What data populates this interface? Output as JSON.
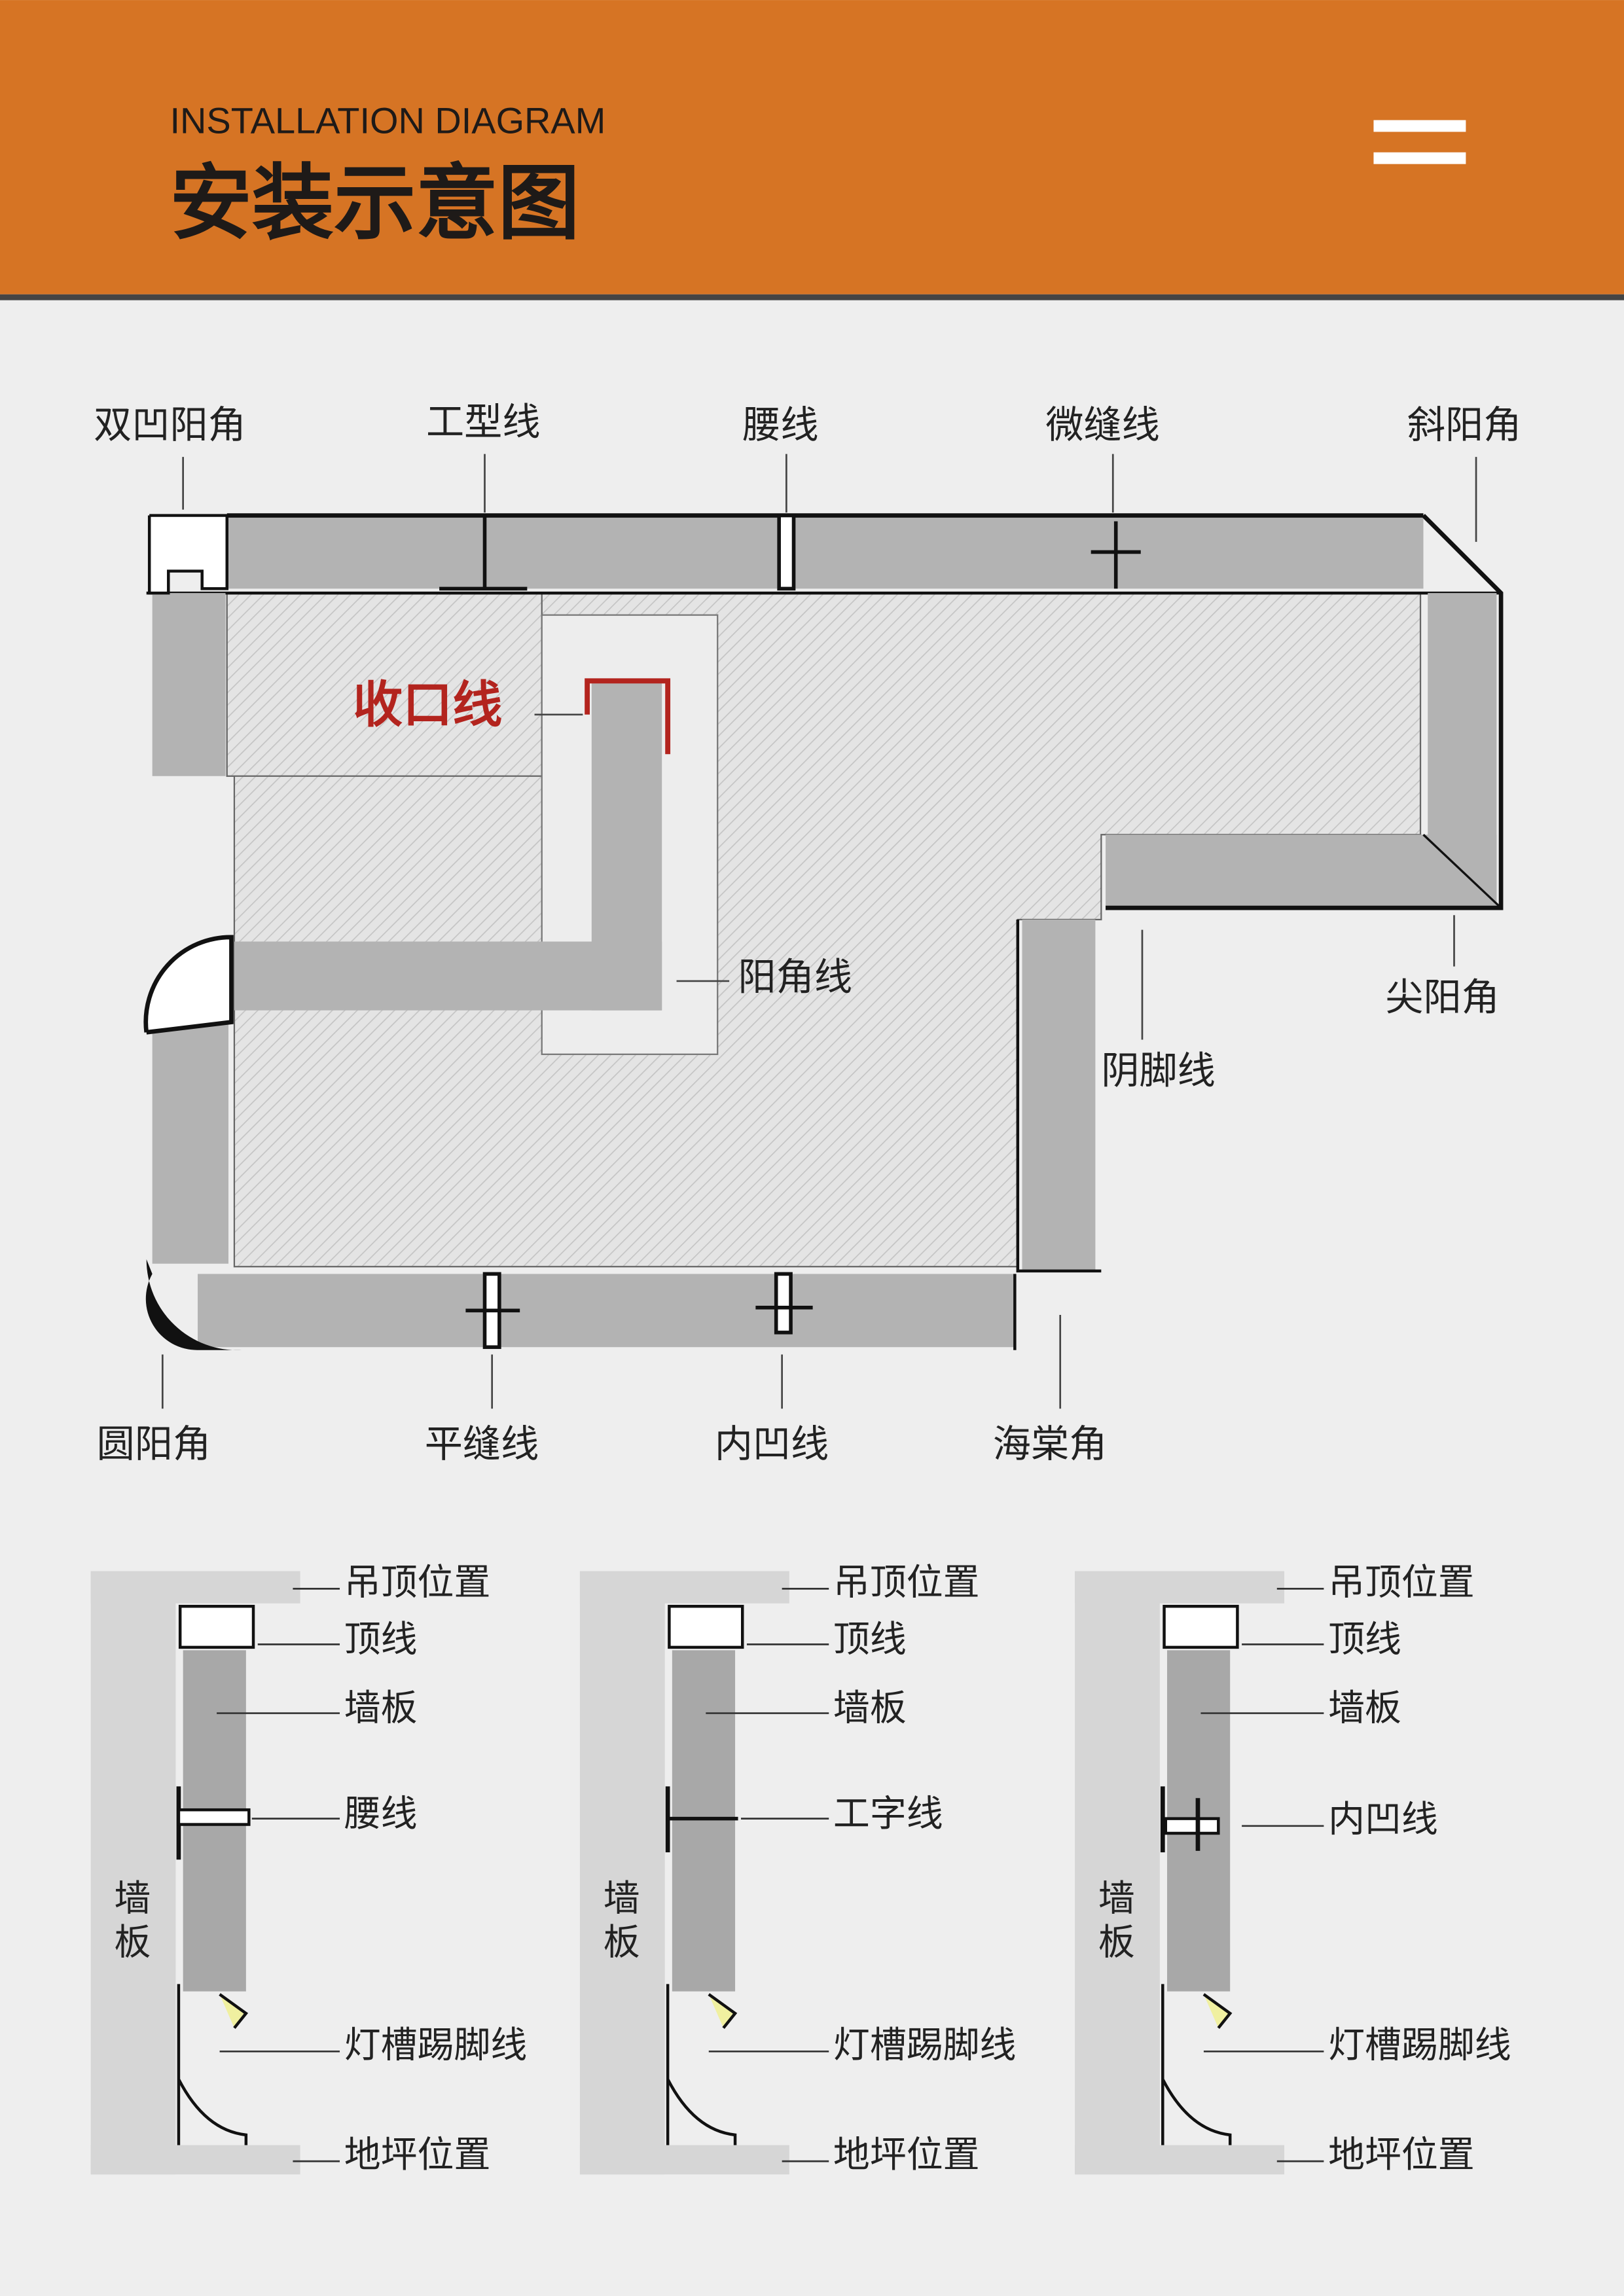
{
  "header": {
    "subtitle": "INSTALLATION DIAGRAM",
    "title": "安装示意图",
    "bg_color": "#D67424",
    "menu_icon": "hamburger-menu-icon"
  },
  "plan": {
    "labels": {
      "double_concave_corner": "双凹阳角",
      "i_type_line": "工型线",
      "waist_line": "腰线",
      "micro_seam_line": "微缝线",
      "bevel_corner": "斜阳角",
      "closing_line": "收口线",
      "outer_corner_line": "阳角线",
      "sharp_corner": "尖阳角",
      "skirting_inner_line": "阴脚线",
      "round_corner": "圆阳角",
      "flat_seam_line": "平缝线",
      "inner_concave_line": "内凹线",
      "begonia_corner": "海棠角"
    },
    "accent_color": "#B3241E"
  },
  "sections": [
    {
      "wall": "墙板",
      "labels": {
        "ceiling": "吊顶位置",
        "top_line": "顶线",
        "panel": "墙板",
        "middle": "腰线",
        "skirting": "灯槽踢脚线",
        "floor": "地坪位置"
      }
    },
    {
      "wall": "墙板",
      "labels": {
        "ceiling": "吊顶位置",
        "top_line": "顶线",
        "panel": "墙板",
        "middle": "工字线",
        "skirting": "灯槽踢脚线",
        "floor": "地坪位置"
      }
    },
    {
      "wall": "墙板",
      "labels": {
        "ceiling": "吊顶位置",
        "top_line": "顶线",
        "panel": "墙板",
        "middle": "内凹线",
        "skirting": "灯槽踢脚线",
        "floor": "地坪位置"
      }
    }
  ]
}
